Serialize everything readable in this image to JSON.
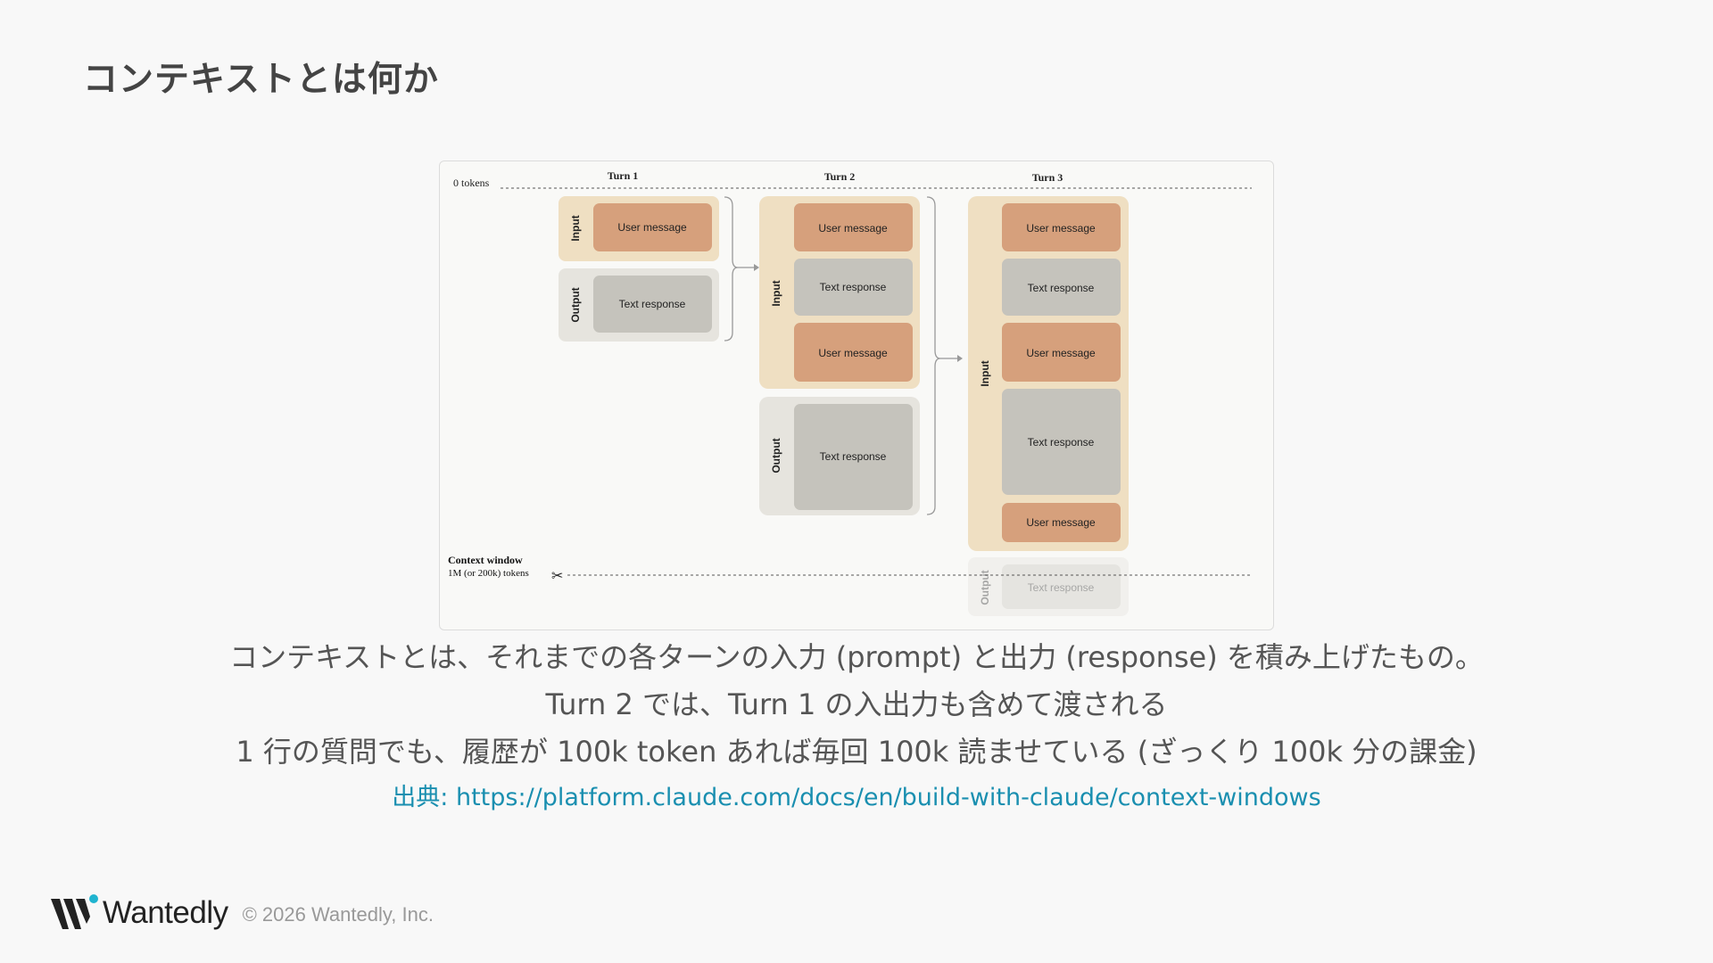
{
  "slide": {
    "title": "コンテキストとは何か"
  },
  "diagram": {
    "zero_tokens": "0 tokens",
    "context_window_title": "Context window",
    "context_window_sub": "1M (or 200k) tokens",
    "scissors": "✂",
    "turn1": {
      "label": "Turn 1",
      "input": "Input",
      "output": "Output",
      "user_message": "User message",
      "text_response": "Text response"
    },
    "turn2": {
      "label": "Turn 2",
      "input": "Input",
      "output": "Output",
      "user_message_1": "User message",
      "text_response_1": "Text response",
      "user_message_2": "User message",
      "text_response_2": "Text response"
    },
    "turn3": {
      "label": "Turn 3",
      "input": "Input",
      "output": "Output",
      "user_message_1": "User message",
      "text_response_1": "Text response",
      "user_message_2": "User message",
      "text_response_2": "Text response",
      "user_message_3": "User message",
      "text_response_3": "Text response"
    }
  },
  "captions": {
    "line1": "コンテキストとは、それまでの各ターンの入力 (prompt) と出力 (response) を積み上げたもの。",
    "line2": "Turn 2 では、Turn 1 の入出力も含めて渡される",
    "line3": "1 行の質問でも、履歴が 100k token あれば毎回 100k 読ませている (ざっくり 100k 分の課金)",
    "source_label": "出典: ",
    "source_url": "https://platform.claude.com/docs/en/build-with-claude/context-windows"
  },
  "footer": {
    "brand": "Wantedly",
    "copyright": "© 2026 Wantedly, Inc."
  },
  "colors": {
    "user_message": "#d6a07c",
    "text_response": "#c5c3bc",
    "input_bg": "#efdfc2",
    "output_bg": "#e6e4de",
    "accent": "#1a8fb0",
    "logo_dot": "#20b4d0"
  }
}
